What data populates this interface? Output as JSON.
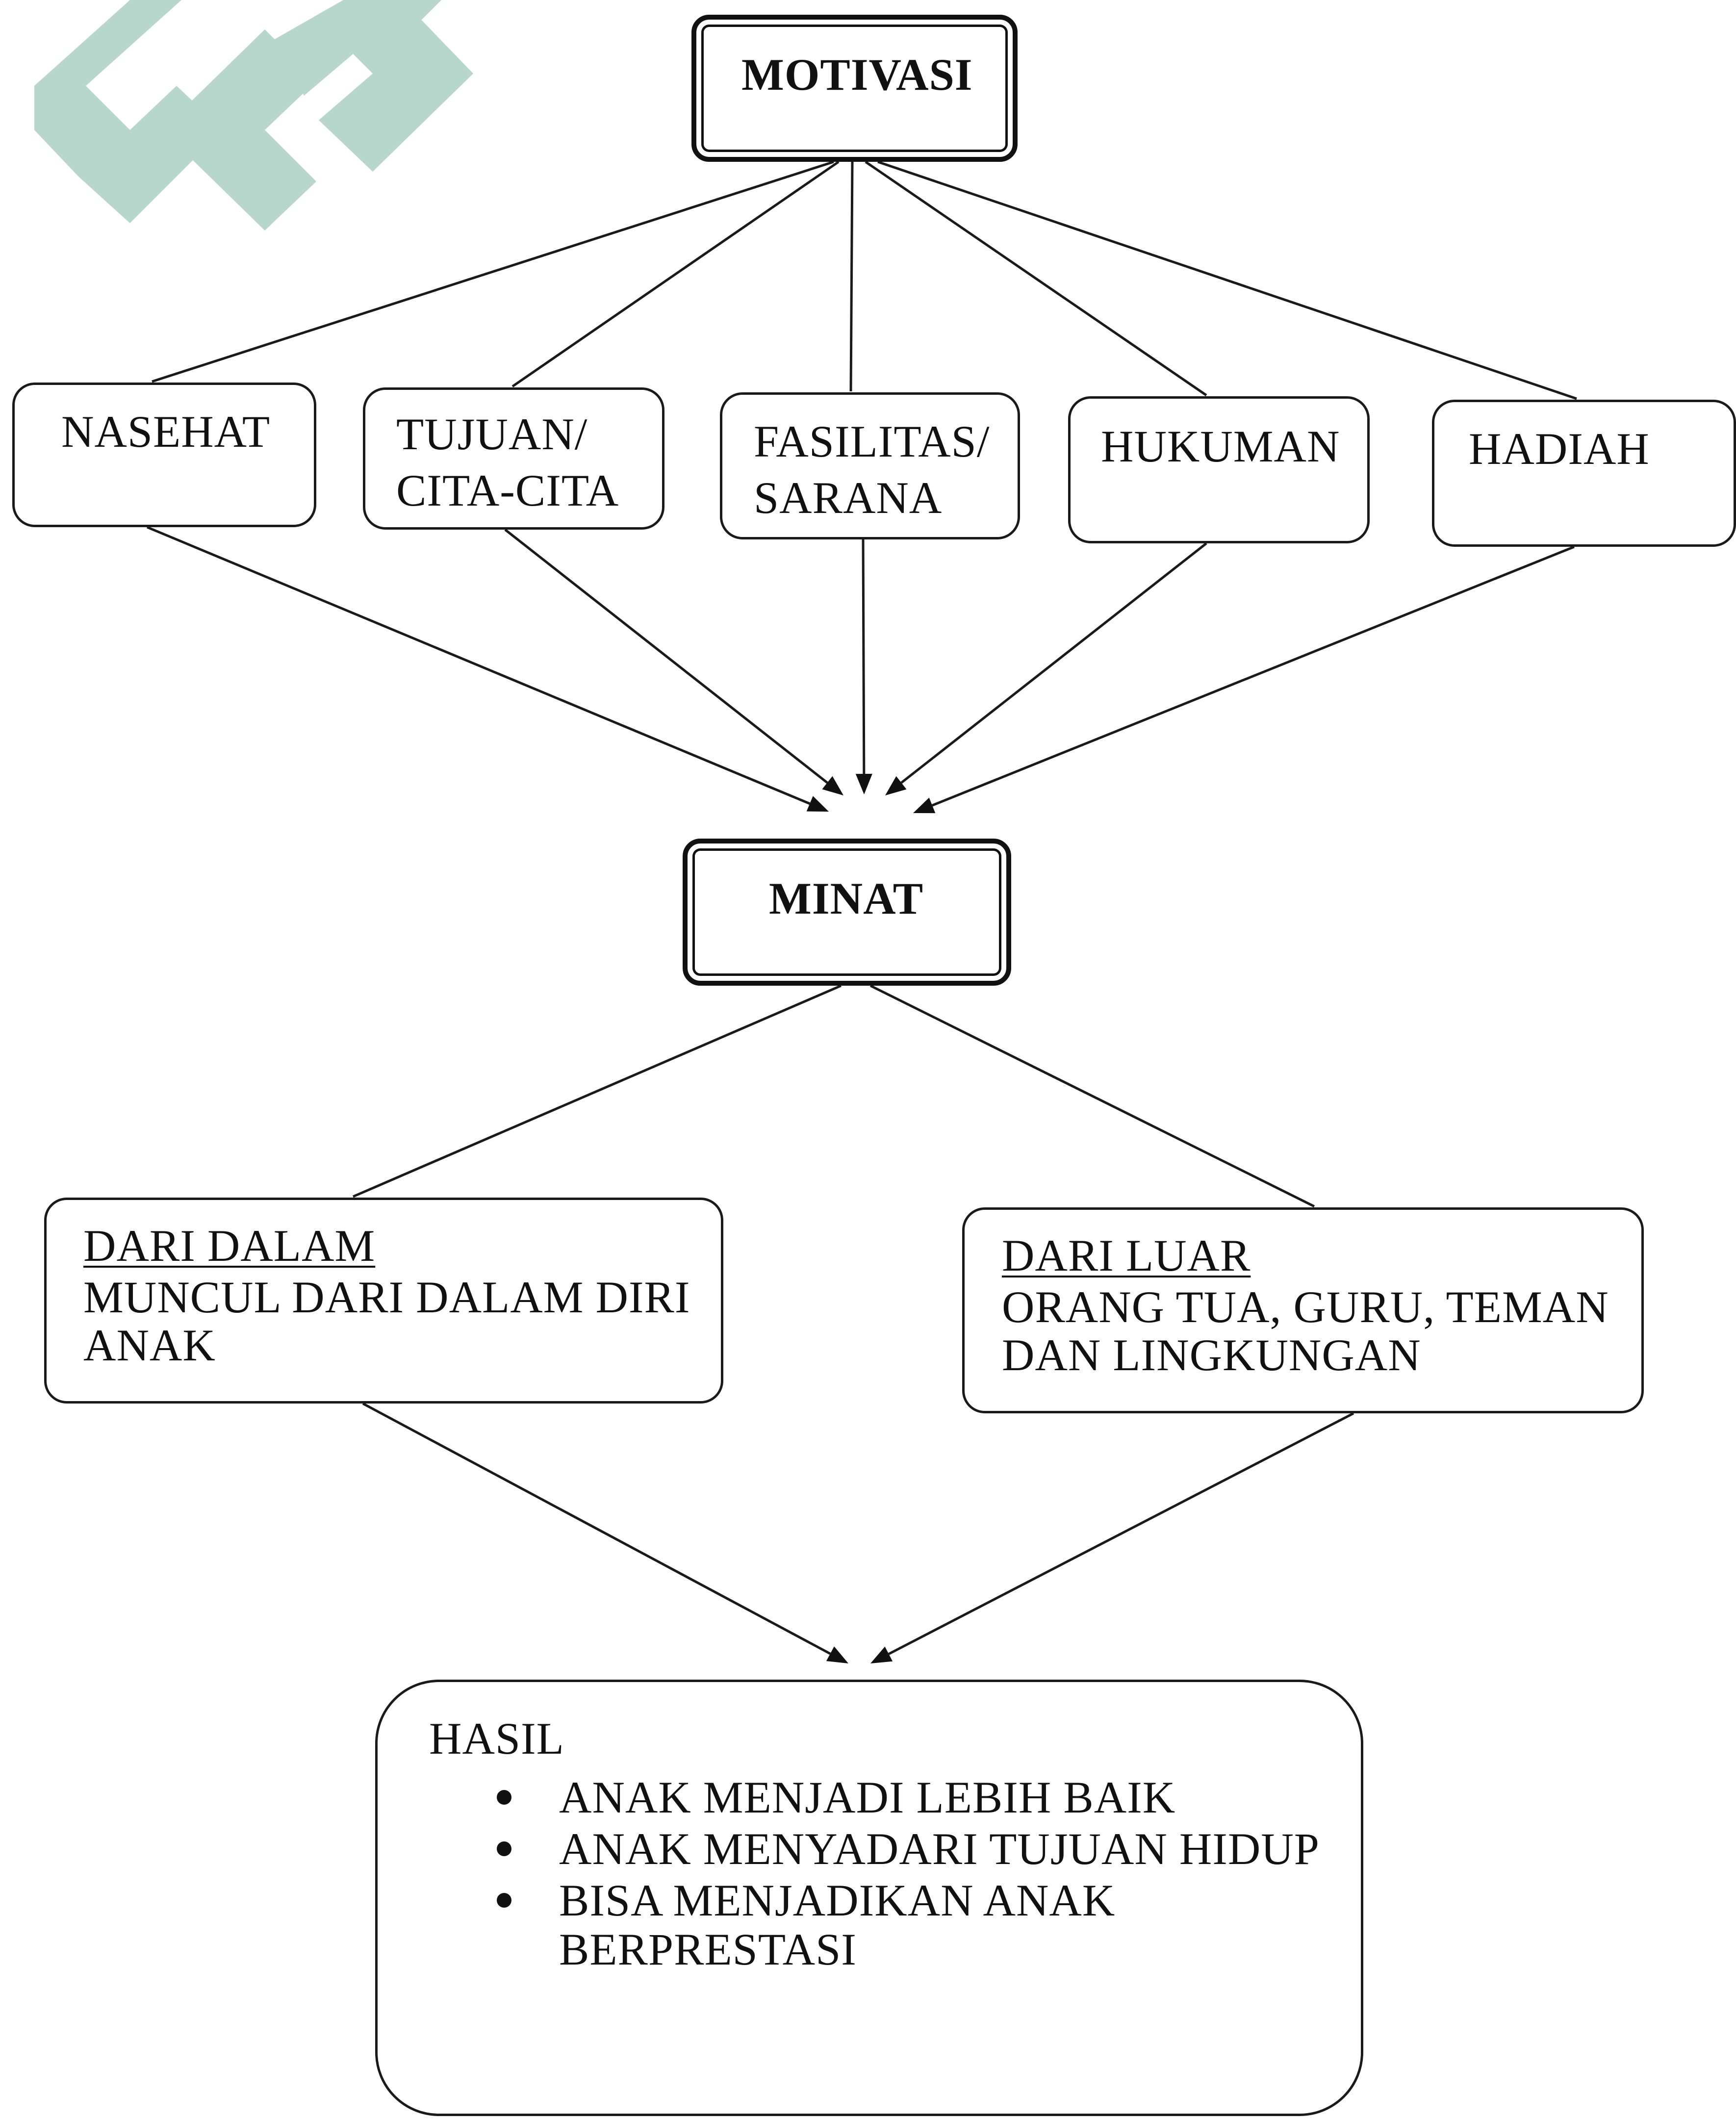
{
  "diagram": {
    "root": {
      "label": "MOTIVASI"
    },
    "factors": [
      {
        "lines": [
          "NASEHAT"
        ]
      },
      {
        "lines": [
          "TUJUAN/",
          "CITA-CITA"
        ]
      },
      {
        "lines": [
          "FASILITAS/",
          "SARANA"
        ]
      },
      {
        "lines": [
          "HUKUMAN"
        ]
      },
      {
        "lines": [
          "HADIAH"
        ]
      }
    ],
    "center": {
      "label": "MINAT"
    },
    "sources": [
      {
        "heading": "DARI DALAM",
        "lines": [
          "MUNCUL DARI DALAM DIRI",
          "ANAK"
        ]
      },
      {
        "heading": "DARI LUAR",
        "lines": [
          "ORANG TUA, GURU, TEMAN",
          "DAN LINGKUNGAN"
        ]
      }
    ],
    "result": {
      "heading": "HASIL",
      "bullets": [
        [
          "ANAK MENJADI LEBIH BAIK"
        ],
        [
          "ANAK MENYADARI TUJUAN HIDUP"
        ],
        [
          "BISA MENJADIKAN ANAK",
          "BERPRESTASI"
        ]
      ]
    }
  },
  "colors": {
    "ink": "#111111",
    "watermark": "#b7d6cc",
    "background": "#ffffff"
  }
}
